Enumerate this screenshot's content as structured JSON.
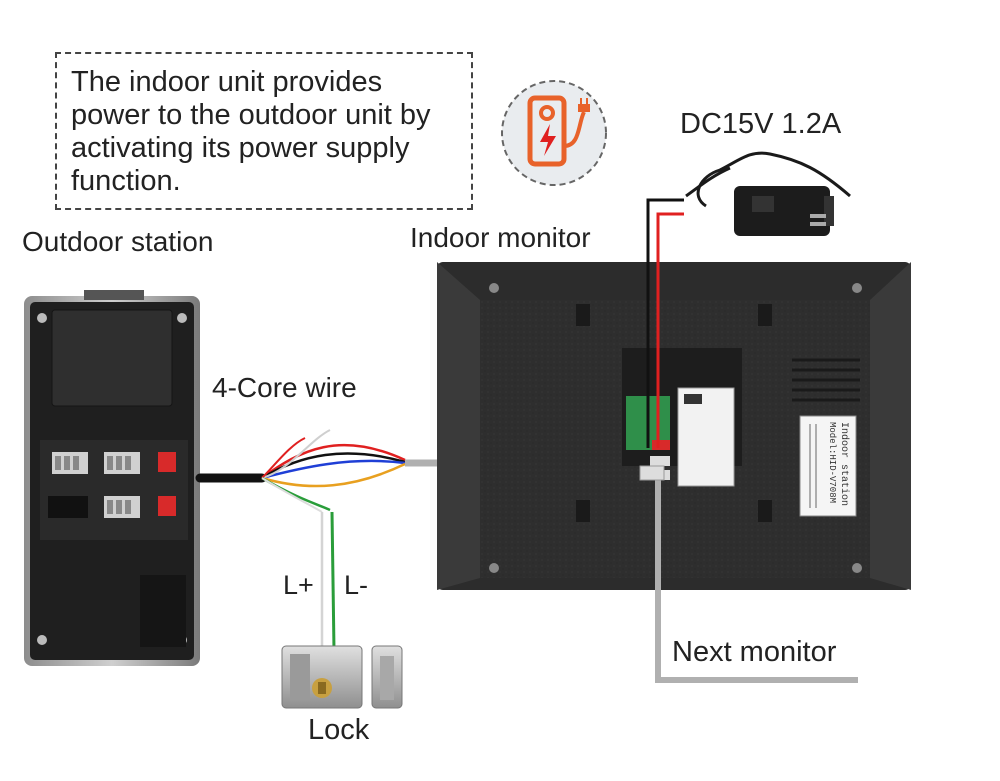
{
  "note": {
    "lines": [
      "The indoor unit provides",
      "power to the outdoor unit by",
      "activating its power supply",
      "function."
    ]
  },
  "labels": {
    "outdoor_station": "Outdoor station",
    "indoor_monitor": "Indoor monitor",
    "power_adapter": "DC15V 1.2A",
    "wire": "4-Core wire",
    "lock_plus": "L+",
    "lock_minus": "L-",
    "lock": "Lock",
    "next_monitor": "Next monitor"
  },
  "monitor_label": {
    "title": "Indoor station",
    "model": "Model:HID-V708M"
  },
  "icons": {
    "power_badge": "power-supply-icon"
  },
  "colors": {
    "accent": "#e8622a",
    "wire_red": "#e02020",
    "wire_black": "#111111",
    "wire_blue": "#1f3fd6",
    "wire_yellow": "#e8a020",
    "wire_green": "#2a9d3a",
    "wire_gray": "#b0b0b0"
  }
}
